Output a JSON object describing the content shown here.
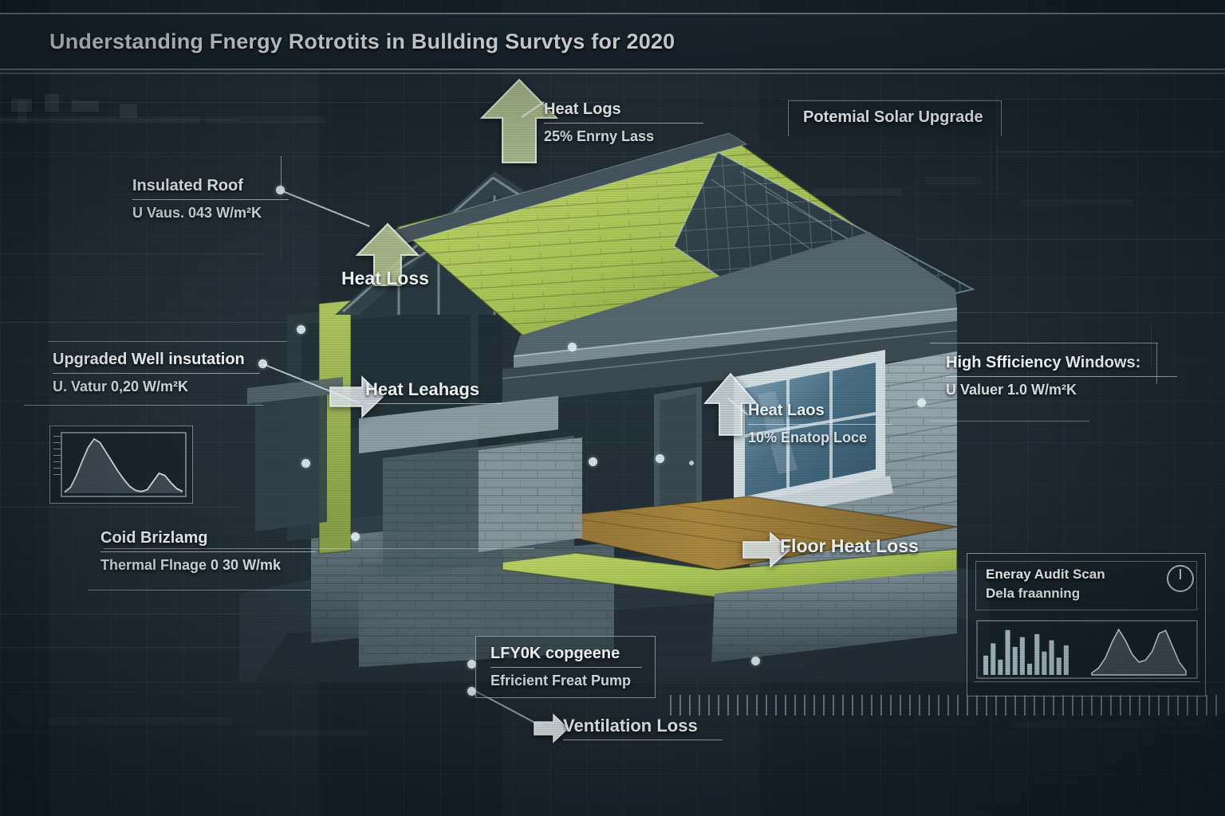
{
  "page": {
    "title": "Understanding Fnergy Rotrotits in Bullding Survtys for 2020",
    "style": "blueprint-technical-diagram",
    "colors": {
      "background": "#1b272e",
      "panel": "#16222a",
      "line": "#dcecf2",
      "text": "#eef5f7",
      "insulation_green": "#a8c456",
      "floor_wood": "#9a7a3e",
      "glass_blue": "#5d8299"
    }
  },
  "callouts": {
    "insulated_roof": {
      "heading": "Insulated Roof",
      "sub": "U Vaus. 043 W/m²K"
    },
    "heat_logs": {
      "heading": "Heat Logs",
      "sub": "25% Enrny Lass"
    },
    "solar_upgrade": {
      "heading": "Potemial Solar Upgrade",
      "sub": ""
    },
    "wall_insulation": {
      "heading": "Upgraded Well insutation",
      "sub": "U. Vatur 0,20 W/m²K"
    },
    "windows": {
      "heading": "High Sfficiency Windows:",
      "sub": "U Valuer 1.0 W/m²K"
    },
    "cold_bridging": {
      "heading": "Coid Brizlamg",
      "sub": "Thermal Flnage 0 30 W/mk"
    },
    "heat_pump": {
      "heading": "LFY0K copgeene",
      "sub": "Efricient Freat Pump"
    },
    "window_heat_loss": {
      "heading": "Heat Laos",
      "sub": "10% Enatop Loce"
    }
  },
  "arrow_labels": {
    "roof_heat_loss": "Heat Loss",
    "wall_heat_leakage": "Heat Leahags",
    "floor_heat_loss": "Floor Heat Loss",
    "ventilation_loss": "Ventilation Loss"
  },
  "hud": {
    "line1": "Eneray Audit Scan",
    "line2": "Dela fraanning",
    "gauge_icon": "dial-gauge-icon"
  },
  "icons": {
    "up_arrow": "arrow-up-icon",
    "right_arrow": "arrow-right-icon",
    "left_arrow": "arrow-left-icon",
    "gauge": "gauge-icon"
  },
  "chart_data": [
    {
      "id": "thermal-profile-chart",
      "type": "area",
      "title": "",
      "xlabel": "",
      "ylabel": "",
      "x": [
        0,
        1,
        2,
        3,
        4,
        5,
        6,
        7,
        8,
        9,
        10,
        11,
        12,
        13,
        14,
        15,
        16,
        17,
        18,
        19,
        20
      ],
      "values": [
        2,
        10,
        30,
        55,
        78,
        92,
        86,
        70,
        54,
        38,
        24,
        12,
        5,
        3,
        6,
        20,
        34,
        30,
        18,
        8,
        3
      ],
      "ylim": [
        0,
        100
      ],
      "grid": false,
      "legend": "none"
    },
    {
      "id": "energy-audit-bar-chart",
      "type": "bar",
      "title": "",
      "categories": [
        "1",
        "2",
        "3",
        "4",
        "5",
        "6",
        "7",
        "8",
        "9",
        "10",
        "11",
        "12"
      ],
      "values": [
        38,
        62,
        30,
        88,
        55,
        74,
        22,
        80,
        46,
        68,
        34,
        58
      ],
      "ylim": [
        0,
        100
      ],
      "grid": false,
      "legend": "none"
    },
    {
      "id": "energy-audit-peaks-chart",
      "type": "line",
      "title": "",
      "x": [
        0,
        1,
        2,
        3,
        4,
        5,
        6,
        7,
        8,
        9,
        10,
        11,
        12,
        13,
        14
      ],
      "values": [
        4,
        14,
        34,
        66,
        92,
        70,
        42,
        26,
        30,
        48,
        84,
        90,
        58,
        26,
        8
      ],
      "ylim": [
        0,
        100
      ],
      "grid": false,
      "legend": "none"
    }
  ]
}
